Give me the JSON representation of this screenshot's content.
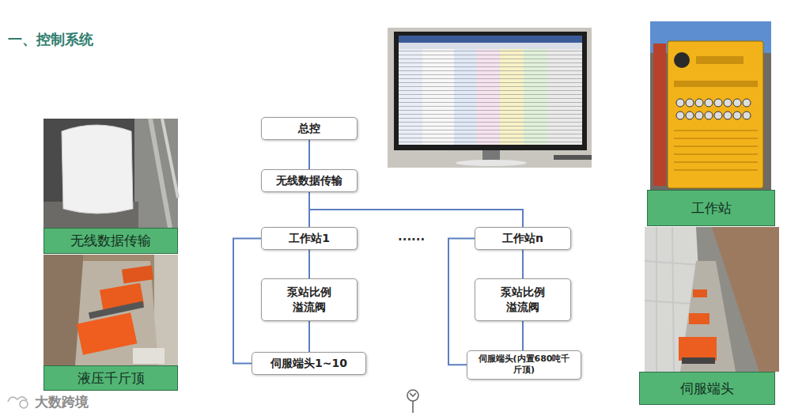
{
  "diagram": {
    "title": "一、控制系统",
    "nodes": [
      {
        "text": [
          "总控"
        ]
      },
      {
        "text": [
          "无线数据传输"
        ]
      },
      {
        "text": [
          "工作站1"
        ]
      },
      {
        "text": [
          "工作站n"
        ]
      },
      {
        "text": [
          "泵站比例溢流阀"
        ]
      },
      {
        "text": [
          "泵站比例溢流阀"
        ]
      },
      {
        "text": [
          "伺服端头1~10"
        ]
      },
      {
        "text": [
          "伺服端头(内置680吨千斤顶)"
        ]
      },
      {
        "text": [
          "无线数据传输"
        ]
      },
      {
        "text": [
          "液压千斤顶"
        ]
      },
      {
        "text": [
          "工作站"
        ]
      },
      {
        "text": [
          "伺服端头"
        ]
      }
    ],
    "edges": [
      {
        "from": 0,
        "to": 1,
        "arrow": "none"
      },
      {
        "from": 1,
        "to": 2,
        "arrow": "none"
      },
      {
        "from": 1,
        "to": 3,
        "arrow": "none"
      },
      {
        "from": 2,
        "to": 4,
        "arrow": "none"
      },
      {
        "from": 4,
        "to": 6,
        "arrow": "none"
      },
      {
        "from": 3,
        "to": 5,
        "arrow": "none"
      },
      {
        "from": 5,
        "to": 7,
        "arrow": "none"
      },
      {
        "from": 2,
        "to": 6,
        "arrow": "none"
      },
      {
        "from": 3,
        "to": 7,
        "arrow": "none"
      }
    ],
    "labels": [
      "......",
      "大数跨境"
    ]
  }
}
